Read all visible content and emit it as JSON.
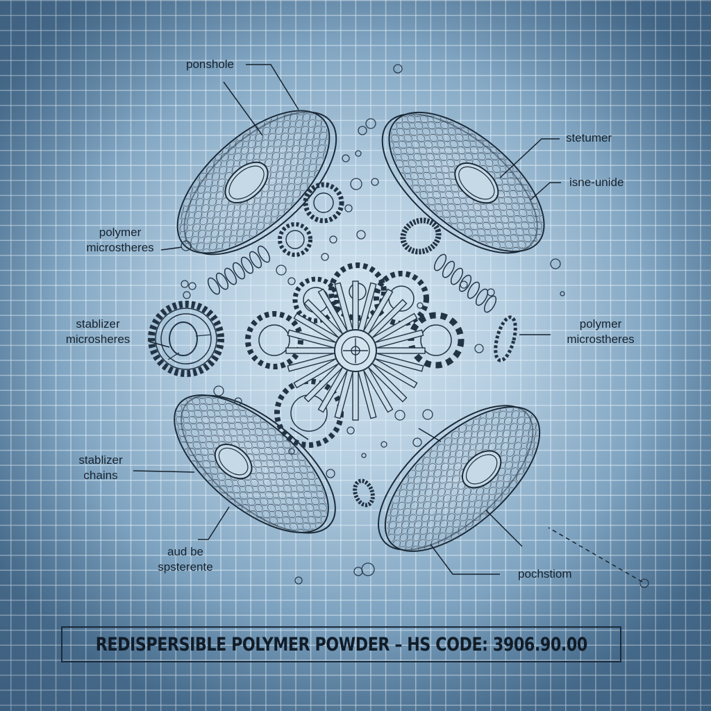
{
  "title": "REDISPERSIBLE POLYMER POWDER – HS CODE: 3906.90.00",
  "colors": {
    "background_center": "#d6e6f0",
    "background_edge": "#4f7596",
    "grid_line": "#e6f2fa",
    "ink": "#16222e"
  },
  "labels": {
    "top_left": "ponshole",
    "top_right_1": "stetumer",
    "top_right_2": "isne-unide",
    "left_upper_line1": "polymer",
    "left_upper_line2": "microstheres",
    "left_mid_line1": "stablizer",
    "left_mid_line2": "microsheres",
    "right_mid_line1": "polymer",
    "right_mid_line2": "microstheres",
    "left_lower_line1": "stablizer",
    "left_lower_line2": "chains",
    "bottom_left_line1": "aud be",
    "bottom_left_line2": "spsterente",
    "bottom_right": "pochstiom"
  },
  "components": [
    {
      "name": "disk-top-left",
      "type": "porous-disk"
    },
    {
      "name": "disk-top-right",
      "type": "porous-disk"
    },
    {
      "name": "disk-bottom-left",
      "type": "porous-disk"
    },
    {
      "name": "disk-bottom-right",
      "type": "porous-disk"
    },
    {
      "name": "central-gear-cluster",
      "type": "gears"
    },
    {
      "name": "left-gear",
      "type": "gear"
    },
    {
      "name": "springs",
      "type": "spring"
    },
    {
      "name": "bubbles",
      "type": "microspheres"
    }
  ]
}
